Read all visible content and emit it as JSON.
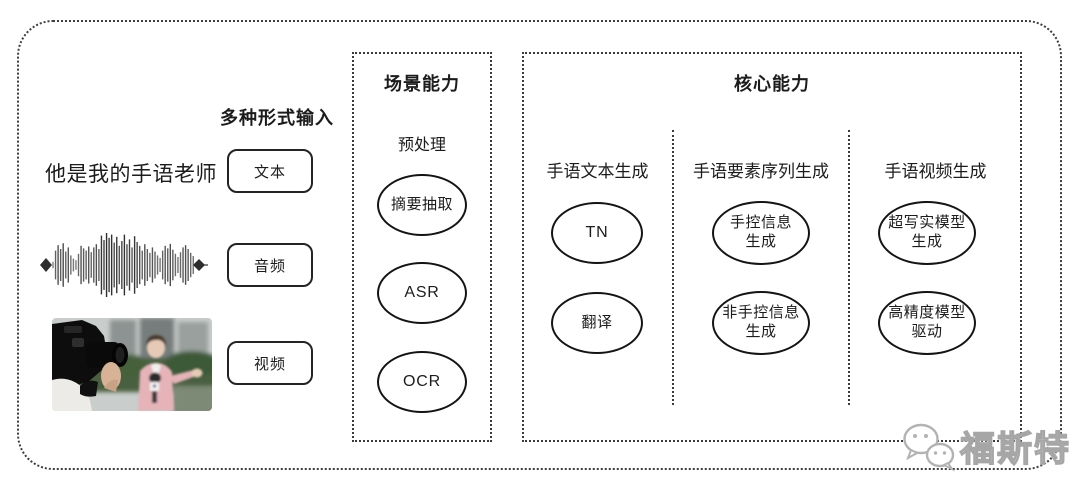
{
  "input": {
    "label": "多种形式输入",
    "text_sample": "他是我的手语老师",
    "text_tag": "文本",
    "audio_tag": "音频",
    "video_tag": "视频"
  },
  "scene": {
    "title": "场景能力",
    "subtitle": "预处理",
    "nodes": [
      "摘要抽取",
      "ASR",
      "OCR"
    ]
  },
  "core": {
    "title": "核心能力",
    "columns": [
      {
        "header": "手语文本生成",
        "nodes": [
          "TN",
          "翻译"
        ]
      },
      {
        "header": "手语要素序列生成",
        "nodes": [
          "手控信息\n生成",
          "非手控信息\n生成"
        ]
      },
      {
        "header": "手语视频生成",
        "nodes": [
          "超写实模型\n生成",
          "高精度模型\n驱动"
        ]
      }
    ]
  },
  "watermark": {
    "text": "福斯特",
    "icon": "wechat-bubbles-icon"
  },
  "colors": {
    "ink": "#1c1c1c",
    "border": "#3a3a3a",
    "watermark_gray": "#a6a6a6"
  }
}
